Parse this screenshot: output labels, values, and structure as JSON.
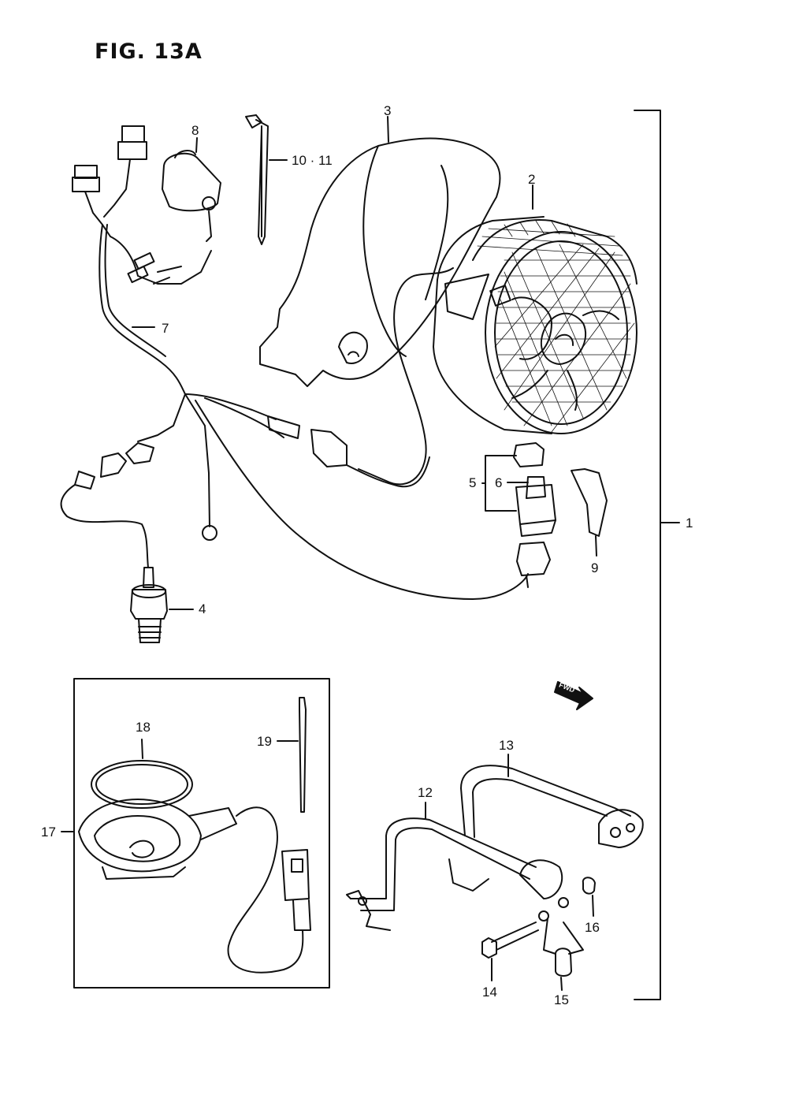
{
  "figure": {
    "title": "FIG. 13A",
    "fwd_label": "FWD"
  },
  "callouts": [
    {
      "id": "c1",
      "label": "1"
    },
    {
      "id": "c2",
      "label": "2"
    },
    {
      "id": "c3",
      "label": "3"
    },
    {
      "id": "c4",
      "label": "4"
    },
    {
      "id": "c5",
      "label": "5"
    },
    {
      "id": "c6",
      "label": "6"
    },
    {
      "id": "c7",
      "label": "7"
    },
    {
      "id": "c8",
      "label": "8"
    },
    {
      "id": "c9",
      "label": "9"
    },
    {
      "id": "c10",
      "label": "10 · 11"
    },
    {
      "id": "c12",
      "label": "12"
    },
    {
      "id": "c13",
      "label": "13"
    },
    {
      "id": "c14",
      "label": "14"
    },
    {
      "id": "c15",
      "label": "15"
    },
    {
      "id": "c16",
      "label": "16"
    },
    {
      "id": "c17",
      "label": "17"
    },
    {
      "id": "c18",
      "label": "18"
    },
    {
      "id": "c19",
      "label": "19"
    }
  ],
  "colors": {
    "ink": "#111111",
    "paper": "#ffffff"
  }
}
